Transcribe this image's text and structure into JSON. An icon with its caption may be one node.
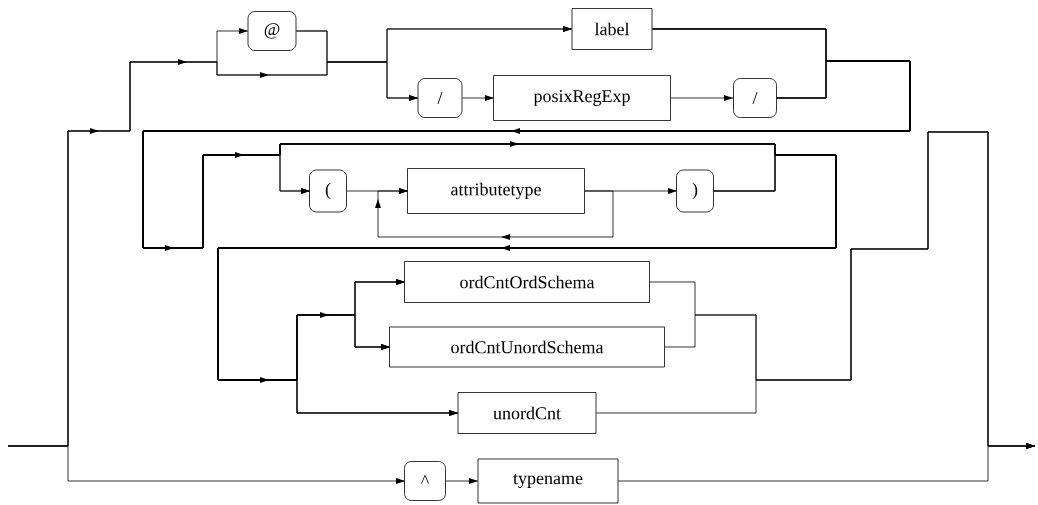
{
  "diagram": {
    "nodes": [
      {
        "text": [
          "@"
        ]
      },
      {
        "text": [
          "label"
        ]
      },
      {
        "text": [
          "/"
        ]
      },
      {
        "text": [
          "posixRegExp"
        ]
      },
      {
        "text": [
          "/"
        ]
      },
      {
        "text": [
          "("
        ]
      },
      {
        "text": [
          "attributetype"
        ]
      },
      {
        "text": [
          ")"
        ]
      },
      {
        "text": [
          "ordCntOrdSchema"
        ]
      },
      {
        "text": [
          "ordCntUnordSchema"
        ]
      },
      {
        "text": [
          "unordCnt"
        ]
      },
      {
        "text": [
          "^"
        ]
      },
      {
        "text": [
          "typename"
        ]
      }
    ],
    "edges": [
      {
        "from": null,
        "to": 0,
        "arrow": "to"
      },
      {
        "from": null,
        "to": 1,
        "arrow": "to"
      },
      {
        "from": null,
        "to": 2,
        "arrow": "to"
      },
      {
        "from": 0,
        "to": 1,
        "arrow": "to"
      },
      {
        "from": 0,
        "to": 2,
        "arrow": "to"
      },
      {
        "from": 2,
        "to": 3,
        "arrow": "to"
      },
      {
        "from": 3,
        "to": 4,
        "arrow": "to"
      },
      {
        "from": 1,
        "to": 5,
        "arrow": "to"
      },
      {
        "from": 1,
        "to": 8,
        "arrow": "to"
      },
      {
        "from": 1,
        "to": 9,
        "arrow": "to"
      },
      {
        "from": 1,
        "to": 10,
        "arrow": "to"
      },
      {
        "from": 4,
        "to": 5,
        "arrow": "to"
      },
      {
        "from": 4,
        "to": 8,
        "arrow": "to"
      },
      {
        "from": 4,
        "to": 9,
        "arrow": "to"
      },
      {
        "from": 4,
        "to": 10,
        "arrow": "to"
      },
      {
        "from": 5,
        "to": 6,
        "arrow": "to"
      },
      {
        "from": 6,
        "to": 6,
        "arrow": "to"
      },
      {
        "from": 6,
        "to": 7,
        "arrow": "to"
      },
      {
        "from": 7,
        "to": 8,
        "arrow": "to"
      },
      {
        "from": 7,
        "to": 9,
        "arrow": "to"
      },
      {
        "from": 7,
        "to": 10,
        "arrow": "to"
      },
      {
        "from": 8,
        "to": null,
        "arrow": "to"
      },
      {
        "from": 9,
        "to": null,
        "arrow": "to"
      },
      {
        "from": 10,
        "to": null,
        "arrow": "to"
      },
      {
        "from": null,
        "to": 11,
        "arrow": "to"
      },
      {
        "from": 11,
        "to": 12,
        "arrow": "to"
      },
      {
        "from": 12,
        "to": null,
        "arrow": "to"
      }
    ]
  }
}
